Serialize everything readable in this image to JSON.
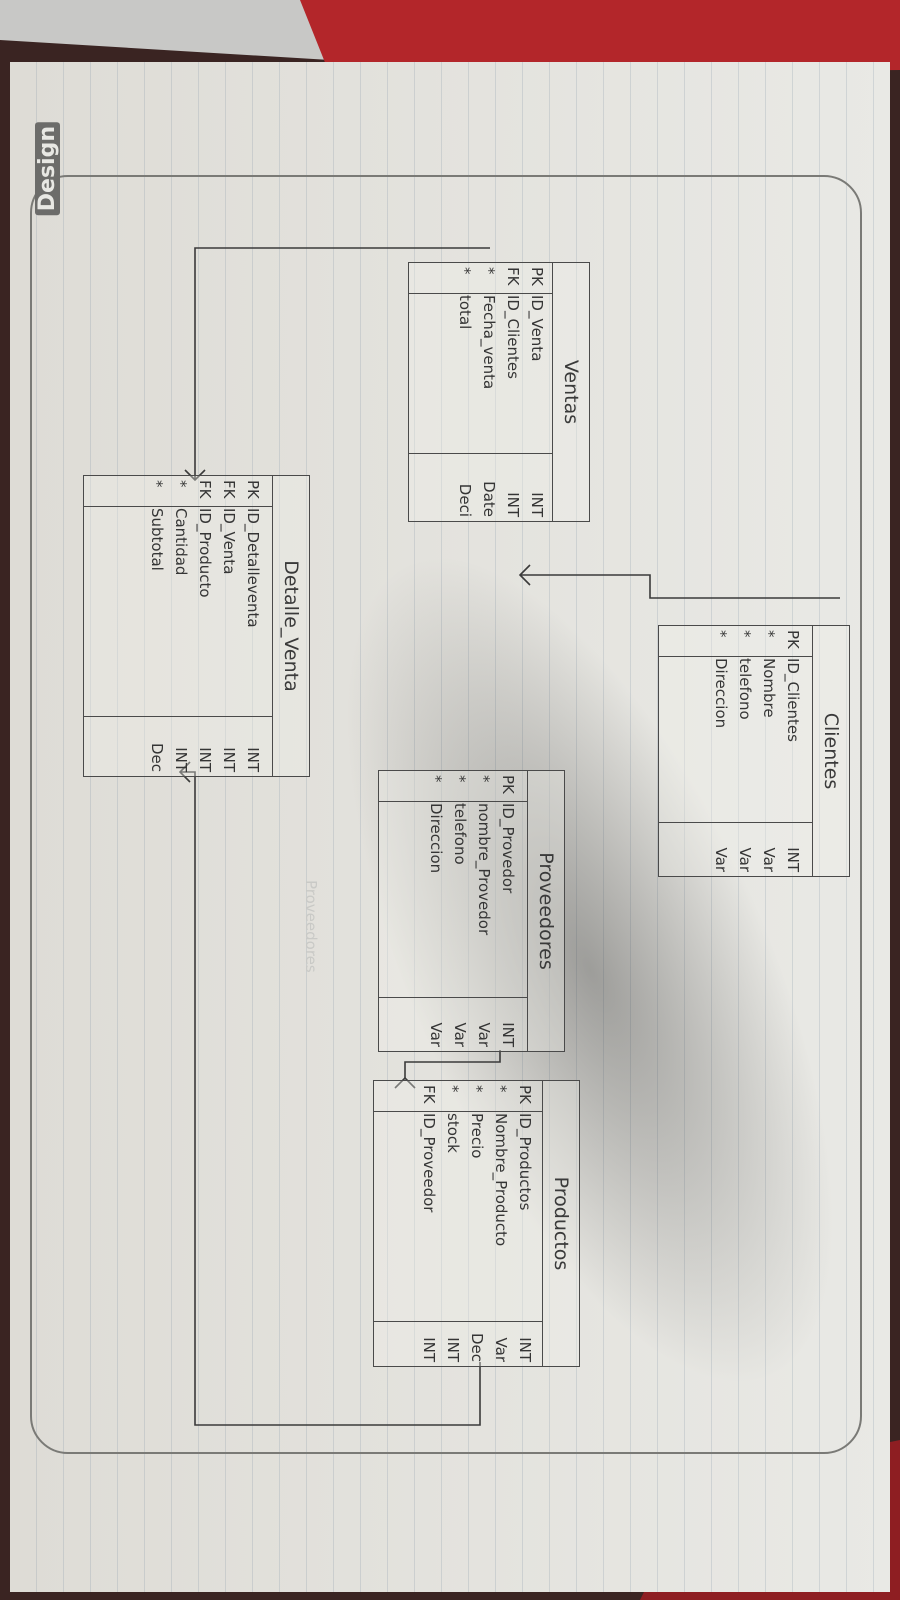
{
  "logo": {
    "text": "Design"
  },
  "faint_note": "Proveedores",
  "entities": {
    "ventas": {
      "title": "Ventas",
      "rows": [
        {
          "key": "PK",
          "name": "ID_Venta",
          "type": "INT"
        },
        {
          "key": "FK",
          "name": "ID_Clientes",
          "type": "INT"
        },
        {
          "key": "*",
          "name": "Fecha_venta",
          "type": "Date"
        },
        {
          "key": "*",
          "name": "total",
          "type": "Deci"
        }
      ]
    },
    "detalle_venta": {
      "title": "Detalle_Venta",
      "rows": [
        {
          "key": "PK",
          "name": "ID_Detalleventa",
          "type": "INT"
        },
        {
          "key": "FK",
          "name": "ID_Venta",
          "type": "INT"
        },
        {
          "key": "FK",
          "name": "ID_Producto",
          "type": "INT"
        },
        {
          "key": "*",
          "name": "Cantidad",
          "type": "INT"
        },
        {
          "key": "*",
          "name": "Subtotal",
          "type": "Dec"
        }
      ]
    },
    "clientes": {
      "title": "Clientes",
      "rows": [
        {
          "key": "PK",
          "name": "ID_Clientes",
          "type": "INT"
        },
        {
          "key": "*",
          "name": "Nombre",
          "type": "Var"
        },
        {
          "key": "*",
          "name": "telefono",
          "type": "Var"
        },
        {
          "key": "*",
          "name": "Direccion",
          "type": "Var"
        }
      ]
    },
    "proveedores": {
      "title": "Proveedores",
      "rows": [
        {
          "key": "PK",
          "name": "ID_Provedor",
          "type": "INT"
        },
        {
          "key": "*",
          "name": "nombre_Provedor",
          "type": "Var"
        },
        {
          "key": "*",
          "name": "telefono",
          "type": "Var"
        },
        {
          "key": "*",
          "name": "Direccion",
          "type": "Var"
        }
      ]
    },
    "productos": {
      "title": "Productos",
      "rows": [
        {
          "key": "PK",
          "name": "ID_Productos",
          "type": "INT"
        },
        {
          "key": "*",
          "name": "Nombre_Producto",
          "type": "Var"
        },
        {
          "key": "*",
          "name": "Precio",
          "type": "Dec"
        },
        {
          "key": "*",
          "name": "stock",
          "type": "INT"
        },
        {
          "key": "FK",
          "name": "ID_Proveedor",
          "type": "INT"
        }
      ]
    }
  },
  "relationships": [
    {
      "from": "clientes",
      "to": "ventas",
      "cardinality": "one-to-many"
    },
    {
      "from": "ventas",
      "to": "detalle_venta",
      "cardinality": "one-to-many"
    },
    {
      "from": "proveedores",
      "to": "productos",
      "cardinality": "one-to-many"
    },
    {
      "from": "productos",
      "to": "detalle_venta",
      "cardinality": "one-to-many"
    }
  ],
  "colors": {
    "ink": "#3a3a3a",
    "paper": "#e6e5e1",
    "background": "#3a2422"
  }
}
